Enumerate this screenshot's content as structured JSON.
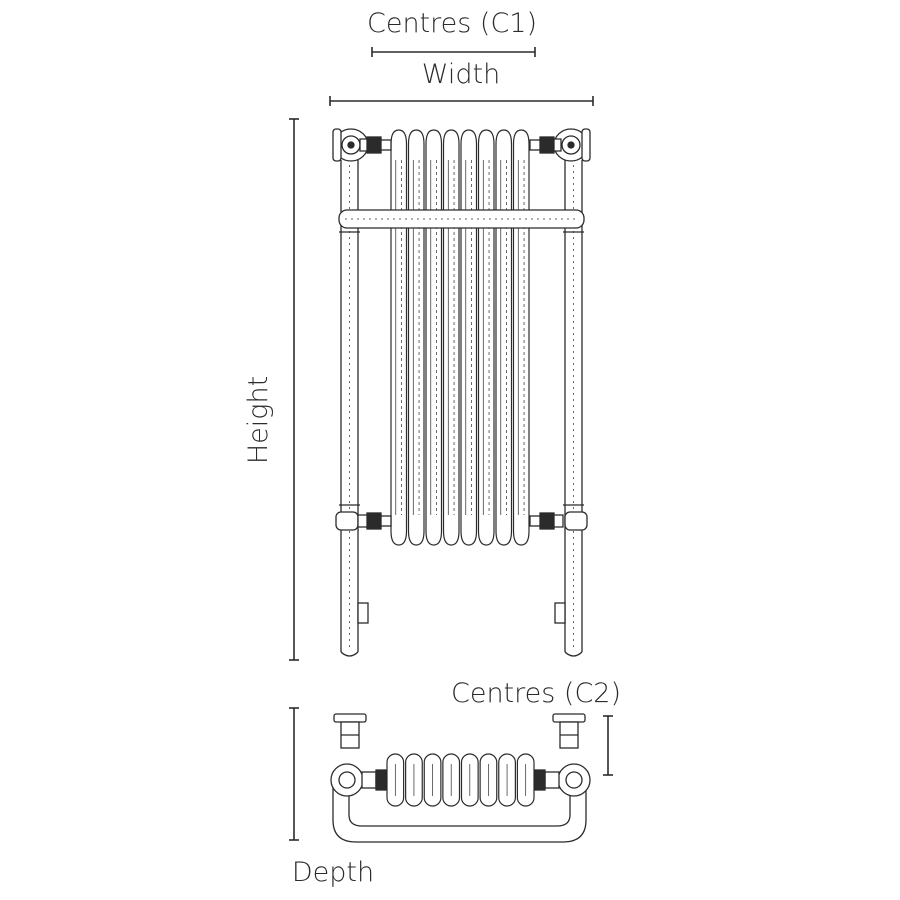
{
  "labels": {
    "centres_c1": "Centres (C1)",
    "width": "Width",
    "height": "Height",
    "centres_c2": "Centres (C2)",
    "depth": "Depth"
  },
  "radiator": {
    "column_count": 8
  },
  "colors": {
    "line": "#2b2b2b",
    "background": "#ffffff"
  }
}
